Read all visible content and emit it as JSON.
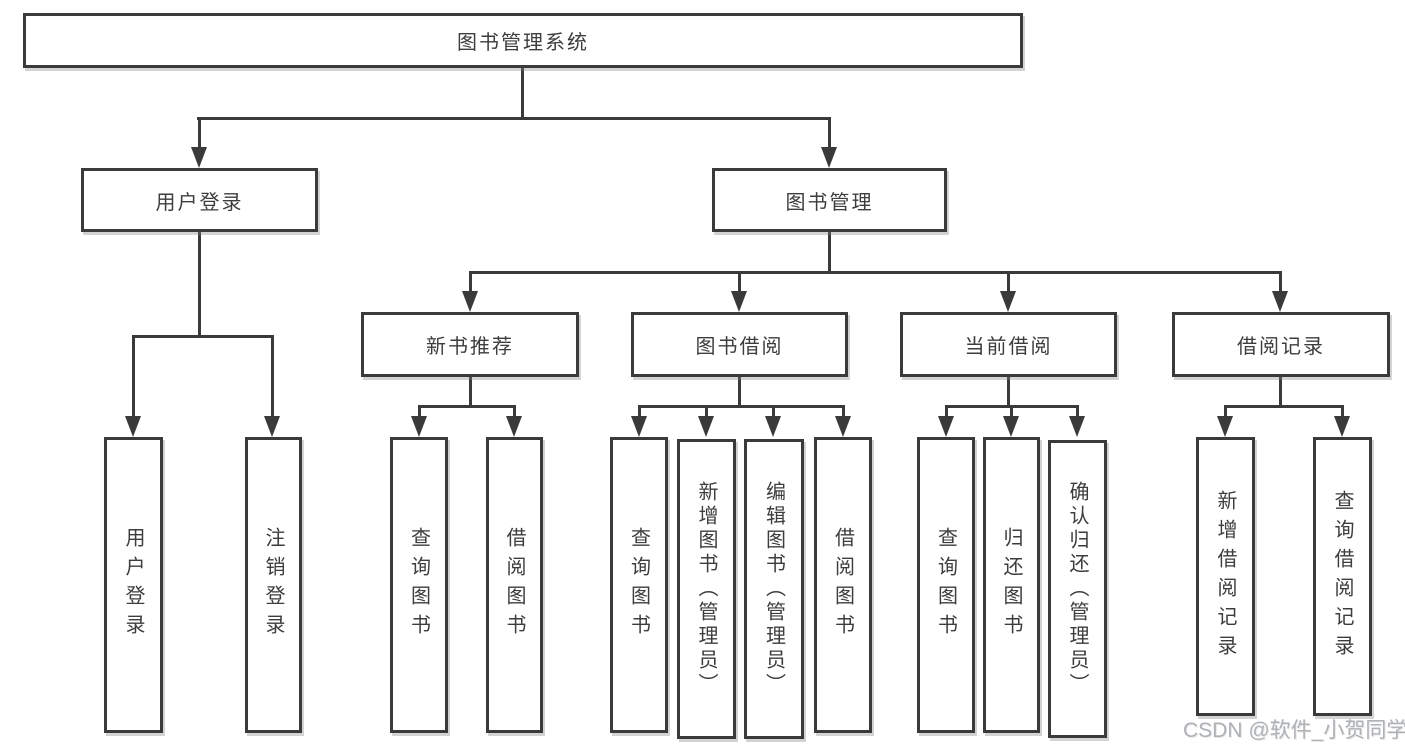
{
  "diagram": {
    "type": "tree",
    "colors": {
      "line": "#3a3a3a",
      "box_border": "#3a3a3a",
      "box_fill": "#ffffff",
      "text": "#3d3d3d",
      "watermark": "#aeb2b6"
    },
    "root": {
      "label": "图书管理系统",
      "children": [
        {
          "label": "用户登录",
          "children": [
            {
              "label": "用户登录"
            },
            {
              "label": "注销登录"
            }
          ]
        },
        {
          "label": "图书管理",
          "children": [
            {
              "label": "新书推荐",
              "children": [
                {
                  "label": "查询图书"
                },
                {
                  "label": "借阅图书"
                }
              ]
            },
            {
              "label": "图书借阅",
              "children": [
                {
                  "label": "查询图书"
                },
                {
                  "label": "新增图书（管理员）"
                },
                {
                  "label": "编辑图书（管理员）"
                },
                {
                  "label": "借阅图书"
                }
              ]
            },
            {
              "label": "当前借阅",
              "children": [
                {
                  "label": "查询图书"
                },
                {
                  "label": "归还图书"
                },
                {
                  "label": "确认归还（管理员）"
                }
              ]
            },
            {
              "label": "借阅记录",
              "children": [
                {
                  "label": "新增借阅记录"
                },
                {
                  "label": "查询借阅记录"
                }
              ]
            }
          ]
        }
      ]
    }
  },
  "watermark": {
    "text": "CSDN @软件_小贺同学"
  }
}
